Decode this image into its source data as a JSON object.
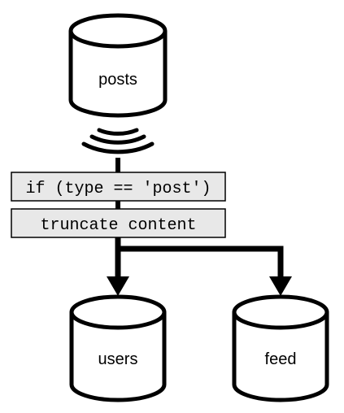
{
  "diagram": {
    "source": {
      "label": "posts",
      "icon": "database-icon"
    },
    "stream_icon": "signal-waves-icon",
    "steps": [
      {
        "label": "if (type == 'post')"
      },
      {
        "label": "truncate content"
      }
    ],
    "targets": [
      {
        "label": "users",
        "icon": "database-icon"
      },
      {
        "label": "feed",
        "icon": "database-icon"
      }
    ],
    "colors": {
      "stroke": "#000000",
      "step_fill": "#e8e8e8",
      "db_fill": "#ffffff"
    }
  }
}
